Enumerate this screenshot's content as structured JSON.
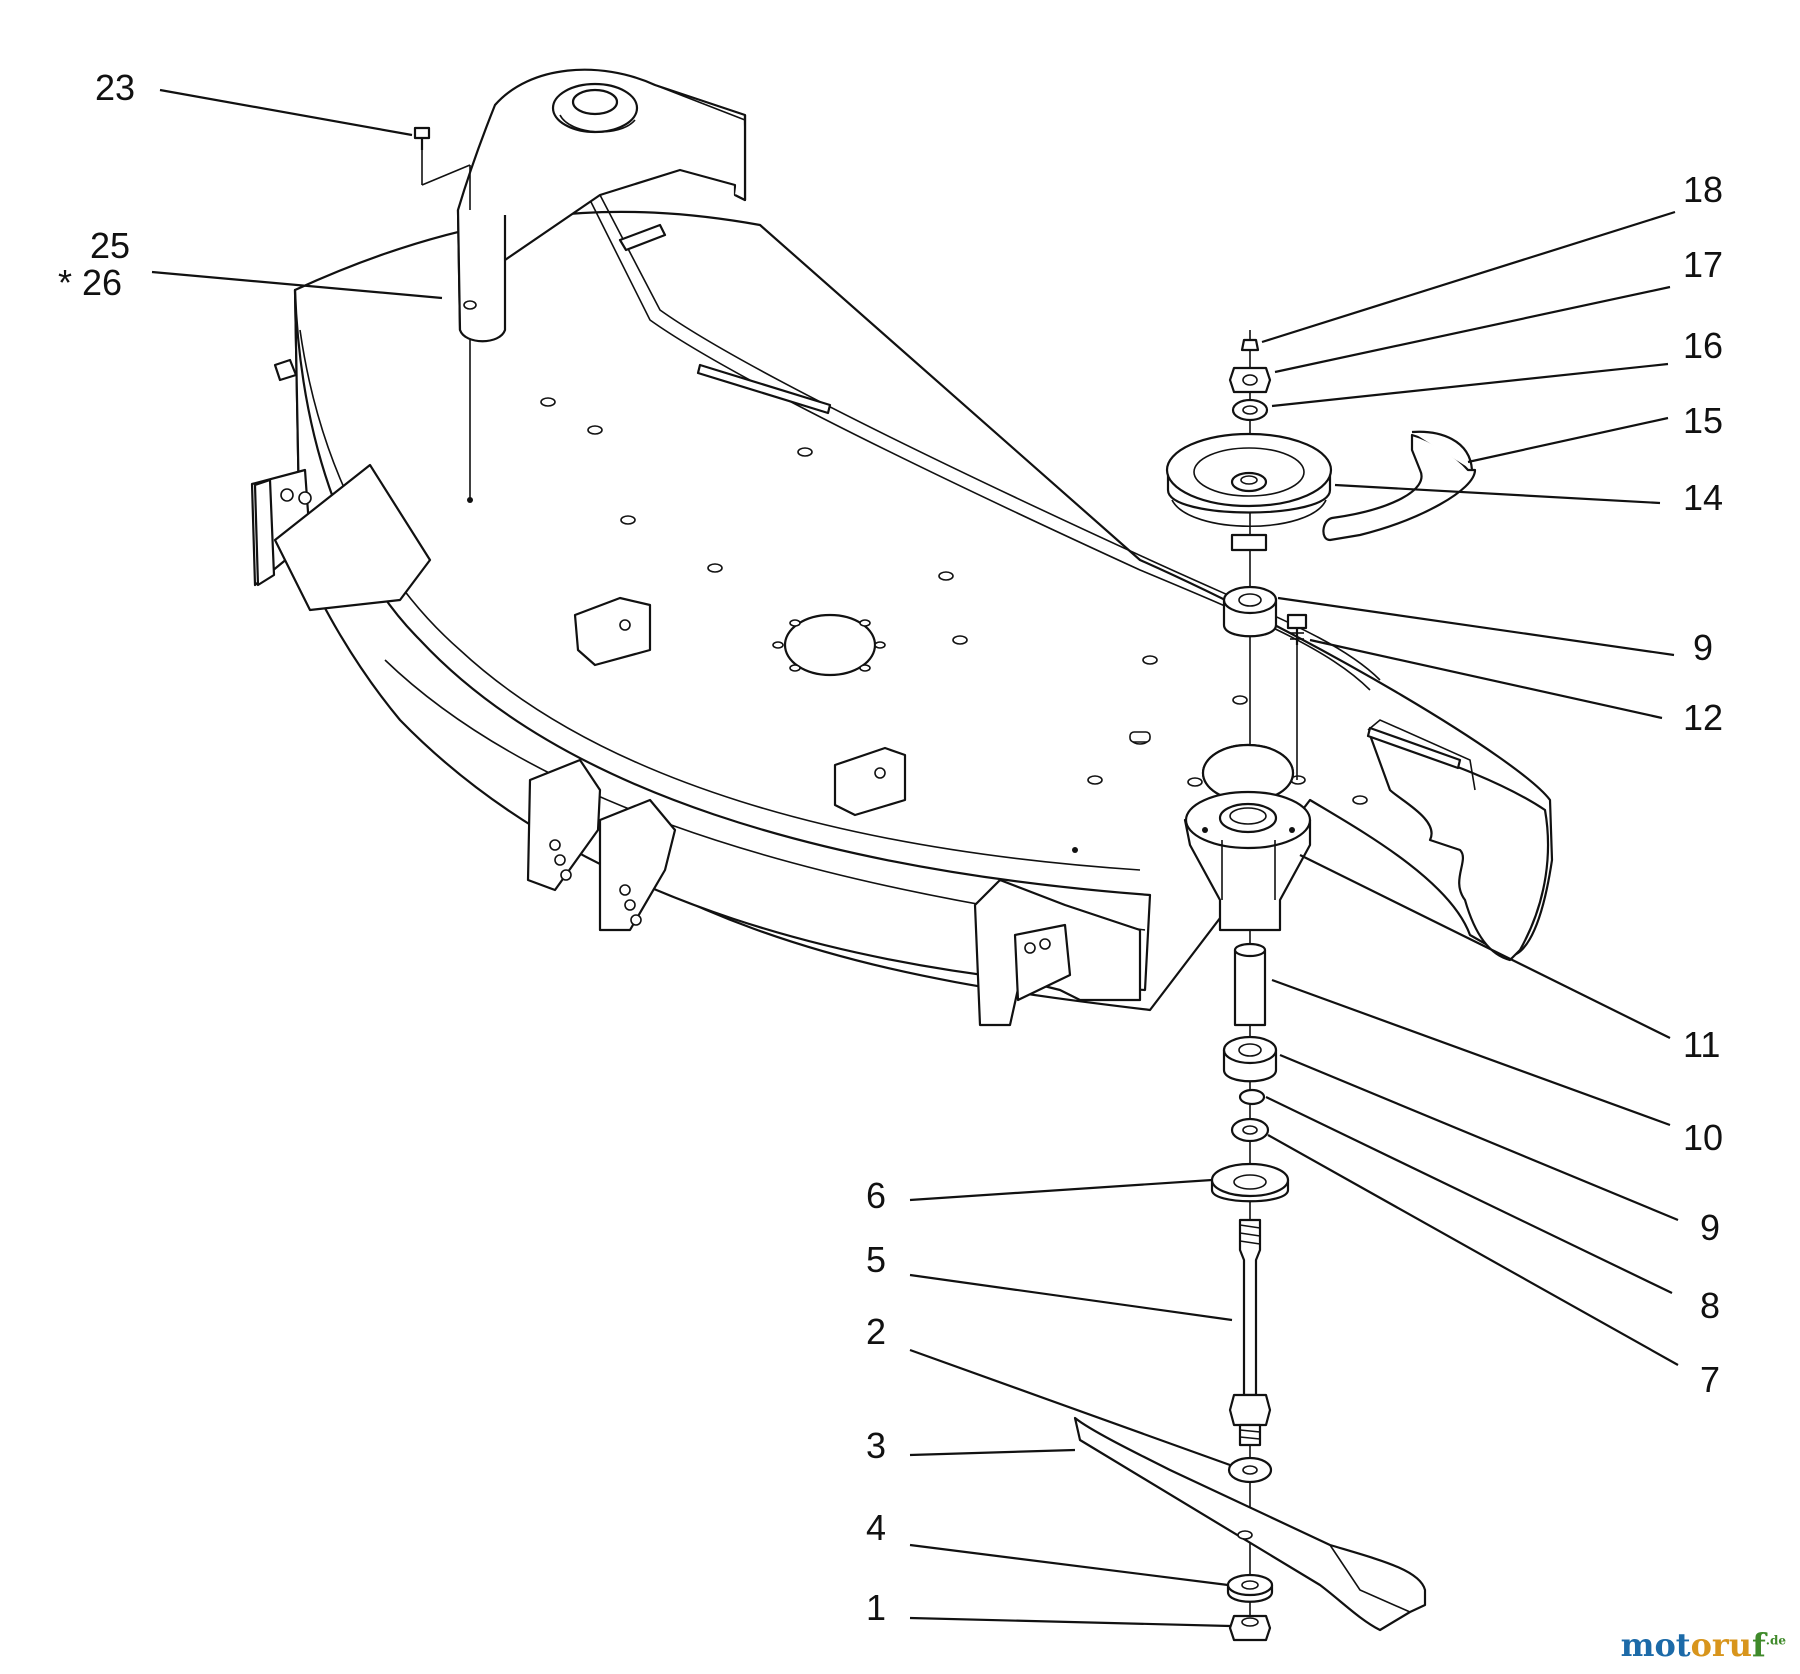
{
  "callouts": [
    {
      "id": "23",
      "text": "23"
    },
    {
      "id": "25",
      "text": "25"
    },
    {
      "id": "26",
      "text": "* 26"
    },
    {
      "id": "18",
      "text": "18"
    },
    {
      "id": "17",
      "text": "17"
    },
    {
      "id": "16",
      "text": "16"
    },
    {
      "id": "15",
      "text": "15"
    },
    {
      "id": "14",
      "text": "14"
    },
    {
      "id": "9a",
      "text": "9"
    },
    {
      "id": "12",
      "text": "12"
    },
    {
      "id": "11",
      "text": "11"
    },
    {
      "id": "10",
      "text": "10"
    },
    {
      "id": "9b",
      "text": "9"
    },
    {
      "id": "8",
      "text": "8"
    },
    {
      "id": "7",
      "text": "7"
    },
    {
      "id": "6",
      "text": "6"
    },
    {
      "id": "5",
      "text": "5"
    },
    {
      "id": "2",
      "text": "2"
    },
    {
      "id": "3",
      "text": "3"
    },
    {
      "id": "4",
      "text": "4"
    },
    {
      "id": "1",
      "text": "1"
    }
  ],
  "watermark": {
    "text": "motoruf",
    "suffix": ".de",
    "letter_colors": [
      "#1c6aa8",
      "#1c6aa8",
      "#1c6aa8",
      "#d8951c",
      "#d8951c",
      "#d8951c",
      "#3f8a2a"
    ]
  }
}
